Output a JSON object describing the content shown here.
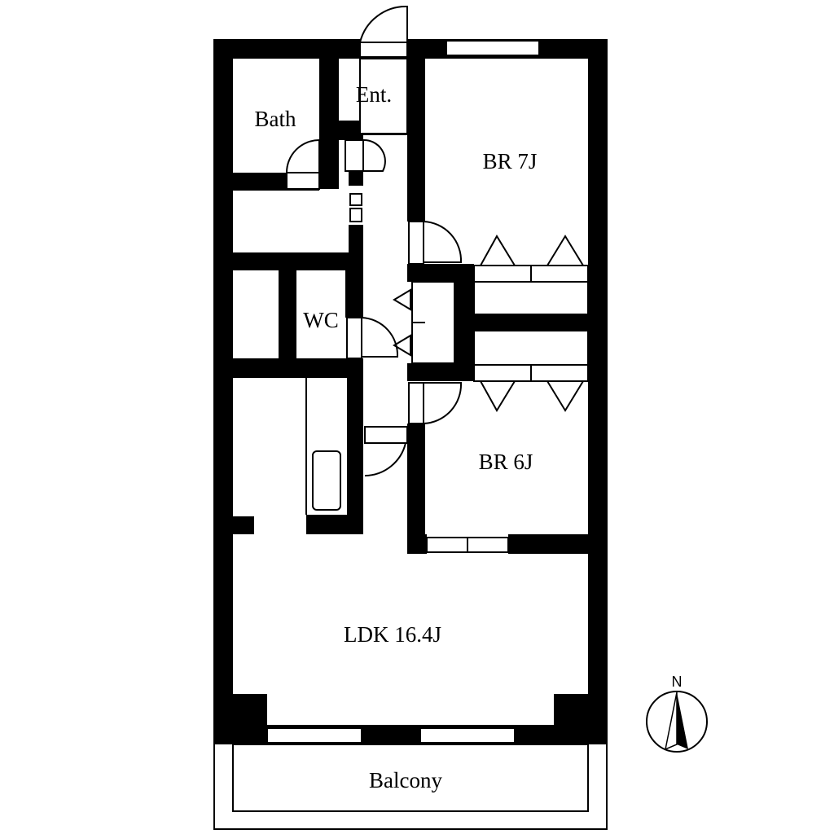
{
  "rooms": {
    "bath": "Bath",
    "entrance": "Ent.",
    "bedroom_1": "BR 7J",
    "wc": "WC",
    "bedroom_2": "BR 6J",
    "living": "LDK 16.4J",
    "balcony": "Balcony"
  },
  "compass": {
    "north_label": "N",
    "icon": "north-arrow-icon"
  },
  "colors": {
    "wall": "#000000",
    "background": "#ffffff"
  }
}
